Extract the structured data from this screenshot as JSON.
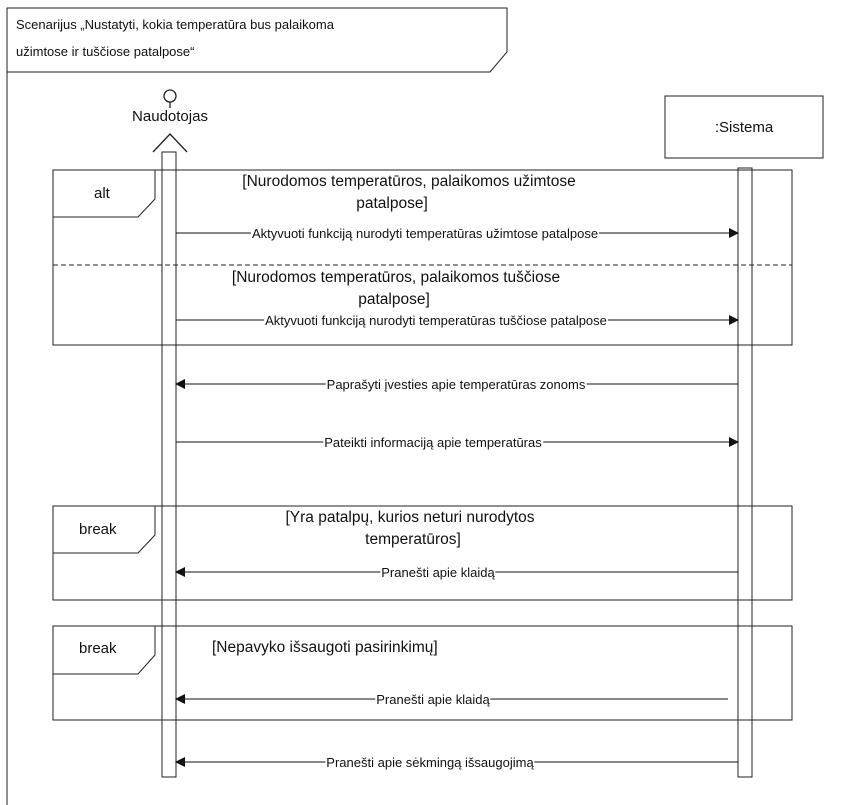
{
  "scenario": {
    "line1": "Scenarijus „Nustatyti, kokia temperatūra bus palaikoma",
    "line2": "užimtose ir tuščiose patalpose“"
  },
  "actor": {
    "name": "Naudotojas"
  },
  "system": {
    "name": ":Sistema"
  },
  "fragments": {
    "alt": {
      "operator": "alt",
      "guard1_line1": "[Nurodomos temperatūros, palaikomos užimtose",
      "guard1_line2": "patalpose]",
      "message1": "Aktyvuoti funkciją nurodyti temperatūras užimtose patalpose",
      "guard2_line1": "[Nurodomos temperatūros, palaikomos tuščiose",
      "guard2_line2": "patalpose]",
      "message2": "Aktyvuoti funkciją nurodyti temperatūras tuščiose patalpose"
    },
    "break1": {
      "operator": "break",
      "guard_line1": "[Yra patalpų, kurios neturi nurodytos",
      "guard_line2": "temperatūros]",
      "message": "Pranešti apie klaidą"
    },
    "break2": {
      "operator": "break",
      "guard": "[Nepavyko išsaugoti pasirinkimų]",
      "message": "Pranešti apie klaidą"
    }
  },
  "messages": {
    "request_input": "Paprašyti įvesties apie temperatūras zonoms",
    "provide_info": "Pateikti informaciją apie temperatūras",
    "success": "Pranešti apie sėkmingą išsaugojimą"
  }
}
